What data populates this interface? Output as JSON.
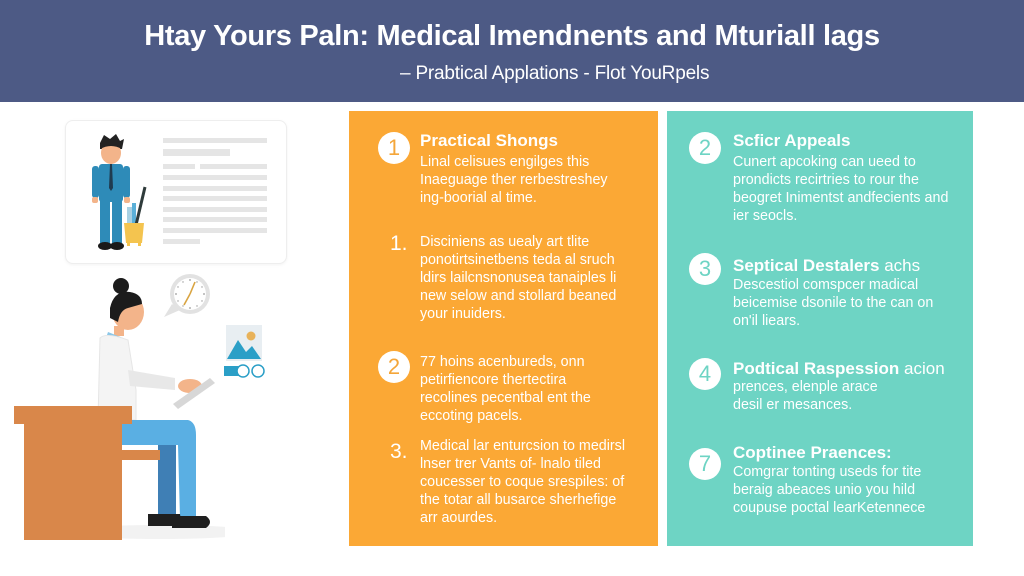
{
  "header": {
    "title": "Htay Yours Paln: Medical Imendnents and Mturiall lags",
    "subtitle": "– Prabtical Applations - Flot YouRpels"
  },
  "colors": {
    "header_bg": "#4d5a85",
    "orange_card": "#fba835",
    "teal_card": "#6ed4c4",
    "desk": "#d9874a",
    "pants": "#5aafe3",
    "suit": "#2e8bb8"
  },
  "orange_card": {
    "items": [
      {
        "marker": "1",
        "marker_style": "circle",
        "title": "Practical Shongs",
        "body": "Linal celisues engilges this Inaeguage ther rerbestreshey ing-boorial al time."
      },
      {
        "marker": "1.",
        "marker_style": "plain",
        "body": "Disciniens as uealy art tlite ponotirtsinetbens teda al sruch ldirs lailcnsnonusea tanaiples li new selow and stollard beaned your inuiders."
      },
      {
        "marker": "2",
        "marker_style": "circle",
        "body": "77 hoins acenbureds, onn petirfiencore thertectira recolines pecentbal ent the eccoting pacels."
      },
      {
        "marker": "3.",
        "marker_style": "plain",
        "body": "Medical lar enturcsion to medirsl lnser trer Vants of- lnalo tiled coucesser to coque srespiles: of the totar all busarce sherhefige arr aourdes."
      }
    ]
  },
  "teal_card": {
    "items": [
      {
        "marker": "2",
        "title": "Scficr Appeals",
        "body": "Cunert apcoking can ueed to prondicts recirtries to rour the beogret Inimentst andfecients and ier seocls."
      },
      {
        "marker": "3",
        "title": "Septical Destalers",
        "title_suffix": "achs",
        "body": "Descestiol comspcer madical beicemise dsonile to the can on on'il liears."
      },
      {
        "marker": "4",
        "title": "Podtical Raspession",
        "title_suffix": "acion",
        "body": "prences, elenple arace desil er mesances."
      },
      {
        "marker": "7",
        "title": "Coptinee Praences:",
        "body": "Comgrar tonting useds for tite beraig abeaces unio you hild coupuse poctal learKetennece"
      }
    ]
  }
}
